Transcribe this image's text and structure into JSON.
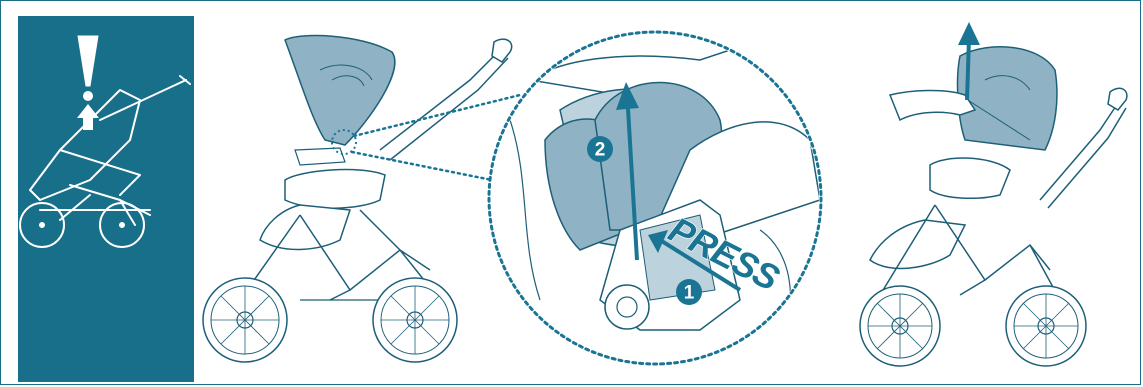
{
  "colors": {
    "brand": "#176f89",
    "accent": "#1a7594",
    "fill": "#8fb3c4",
    "fill_light": "#bcd3de",
    "line": "#1d5f78"
  },
  "icons": {
    "warning": "exclamation-icon",
    "lift": "arrow-up-icon"
  },
  "steps": {
    "step1": "1",
    "step2": "2"
  },
  "press_label": "PRESS"
}
